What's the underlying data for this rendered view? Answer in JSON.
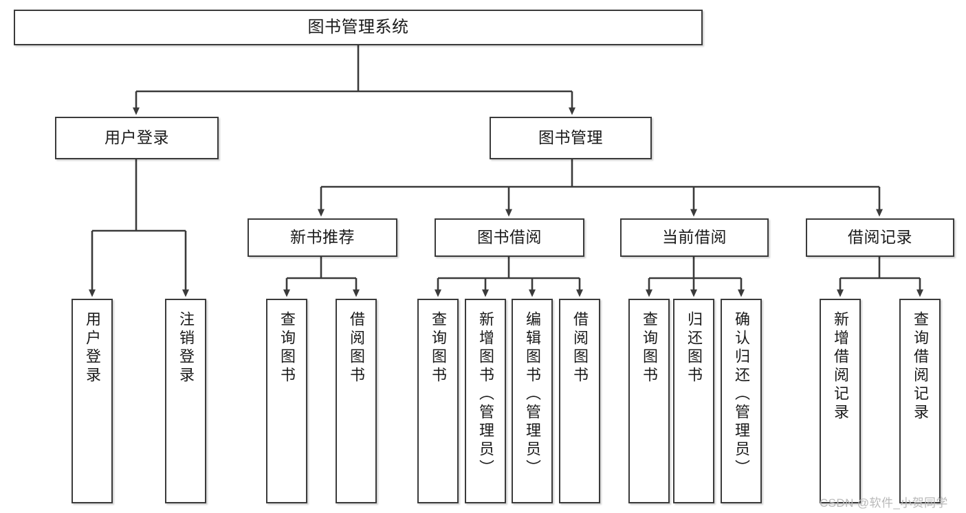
{
  "diagram": {
    "title": "图书管理系统",
    "type": "tree",
    "watermark": "CSDN @软件_小贺同学",
    "colors": {
      "box_border": "#3a3a3a",
      "box_fill": "#ffffff",
      "line": "#3a3a3a",
      "text": "#1a1a1a",
      "watermark": "#b9b9b9"
    },
    "nodes": {
      "root": {
        "label": "图书管理系统"
      },
      "level2": [
        {
          "id": "user-login",
          "label": "用户登录"
        },
        {
          "id": "book-manage",
          "label": "图书管理"
        }
      ],
      "level3": [
        {
          "id": "new-book-recommend",
          "label": "新书推荐"
        },
        {
          "id": "book-borrow",
          "label": "图书借阅"
        },
        {
          "id": "current-borrow",
          "label": "当前借阅"
        },
        {
          "id": "borrow-record",
          "label": "借阅记录"
        }
      ],
      "leaves": {
        "user-login": [
          {
            "id": "leaf-user-login",
            "label": "用户登录"
          },
          {
            "id": "leaf-logout",
            "label": "注销登录"
          }
        ],
        "new-book-recommend": [
          {
            "id": "leaf-query-book-1",
            "label": "查询图书"
          },
          {
            "id": "leaf-borrow-book-1",
            "label": "借阅图书"
          }
        ],
        "book-borrow": [
          {
            "id": "leaf-query-book-2",
            "label": "查询图书"
          },
          {
            "id": "leaf-add-book",
            "label": "新增图书（管理员）"
          },
          {
            "id": "leaf-edit-book",
            "label": "编辑图书（管理员）"
          },
          {
            "id": "leaf-borrow-book-2",
            "label": "借阅图书"
          }
        ],
        "current-borrow": [
          {
            "id": "leaf-query-book-3",
            "label": "查询图书"
          },
          {
            "id": "leaf-return-book",
            "label": "归还图书"
          },
          {
            "id": "leaf-confirm-return",
            "label": "确认归还（管理员）"
          }
        ],
        "borrow-record": [
          {
            "id": "leaf-add-record",
            "label": "新增借阅记录"
          },
          {
            "id": "leaf-query-record",
            "label": "查询借阅记录"
          }
        ]
      }
    }
  }
}
